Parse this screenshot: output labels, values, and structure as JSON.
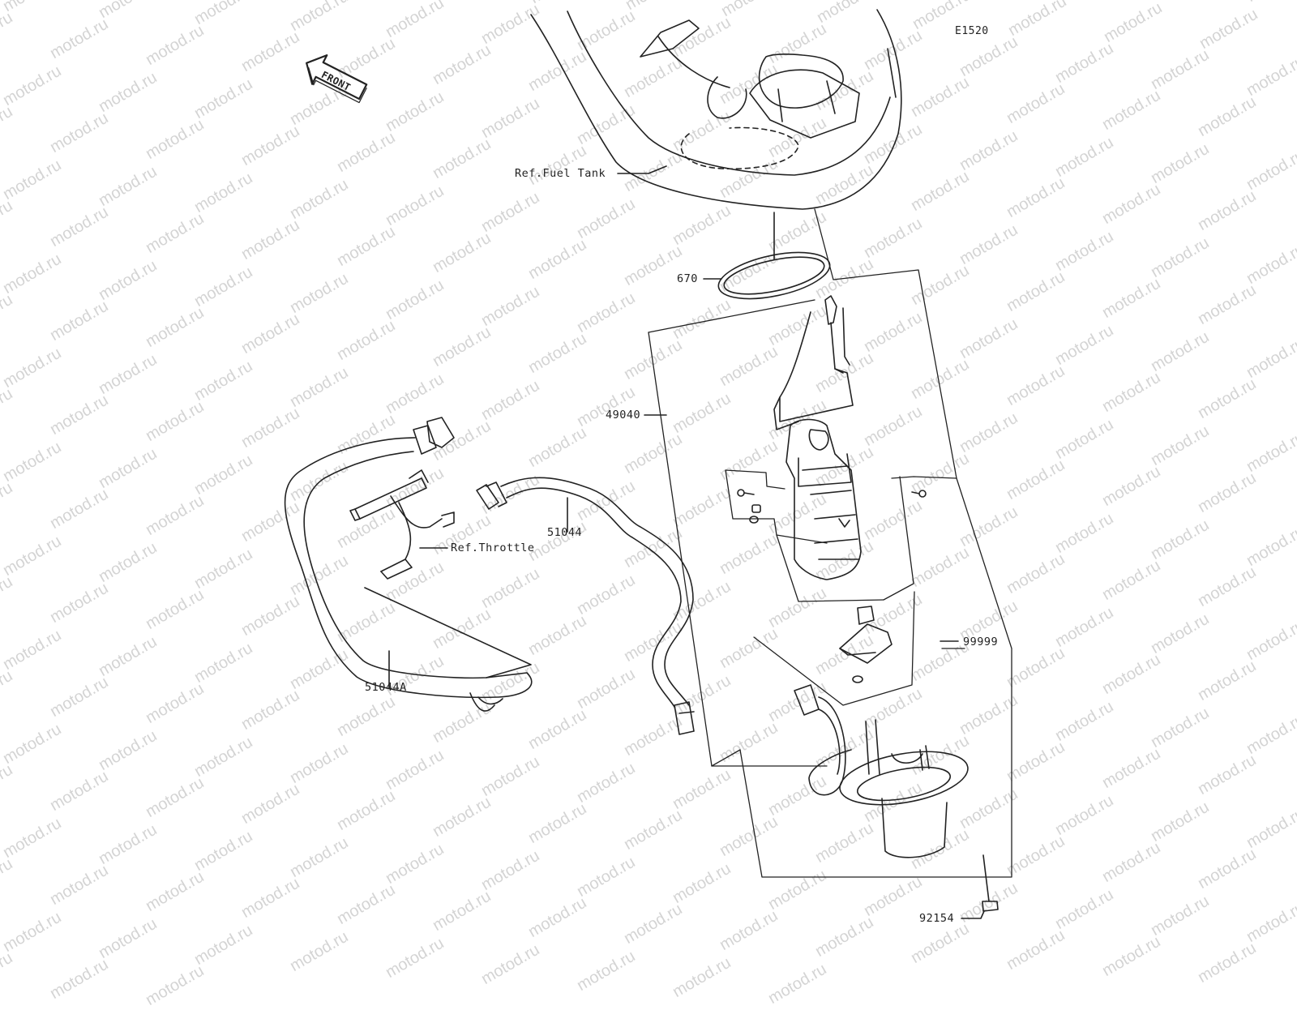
{
  "diagram": {
    "code": "E1520",
    "front_label": "FRONT",
    "watermark": "motod.ru",
    "references": {
      "fuel_tank": "Ref.Fuel Tank",
      "throttle": "Ref.Throttle"
    },
    "parts": [
      {
        "id": "670",
        "label": "670"
      },
      {
        "id": "49040",
        "label": "49040"
      },
      {
        "id": "51044",
        "label": "51044"
      },
      {
        "id": "51044A",
        "label": "51044A"
      },
      {
        "id": "99999",
        "label": "99999"
      },
      {
        "id": "92154",
        "label": "92154"
      }
    ],
    "colors": {
      "line": "#222222",
      "watermark": "#d4d4d4",
      "background": "#ffffff"
    }
  }
}
